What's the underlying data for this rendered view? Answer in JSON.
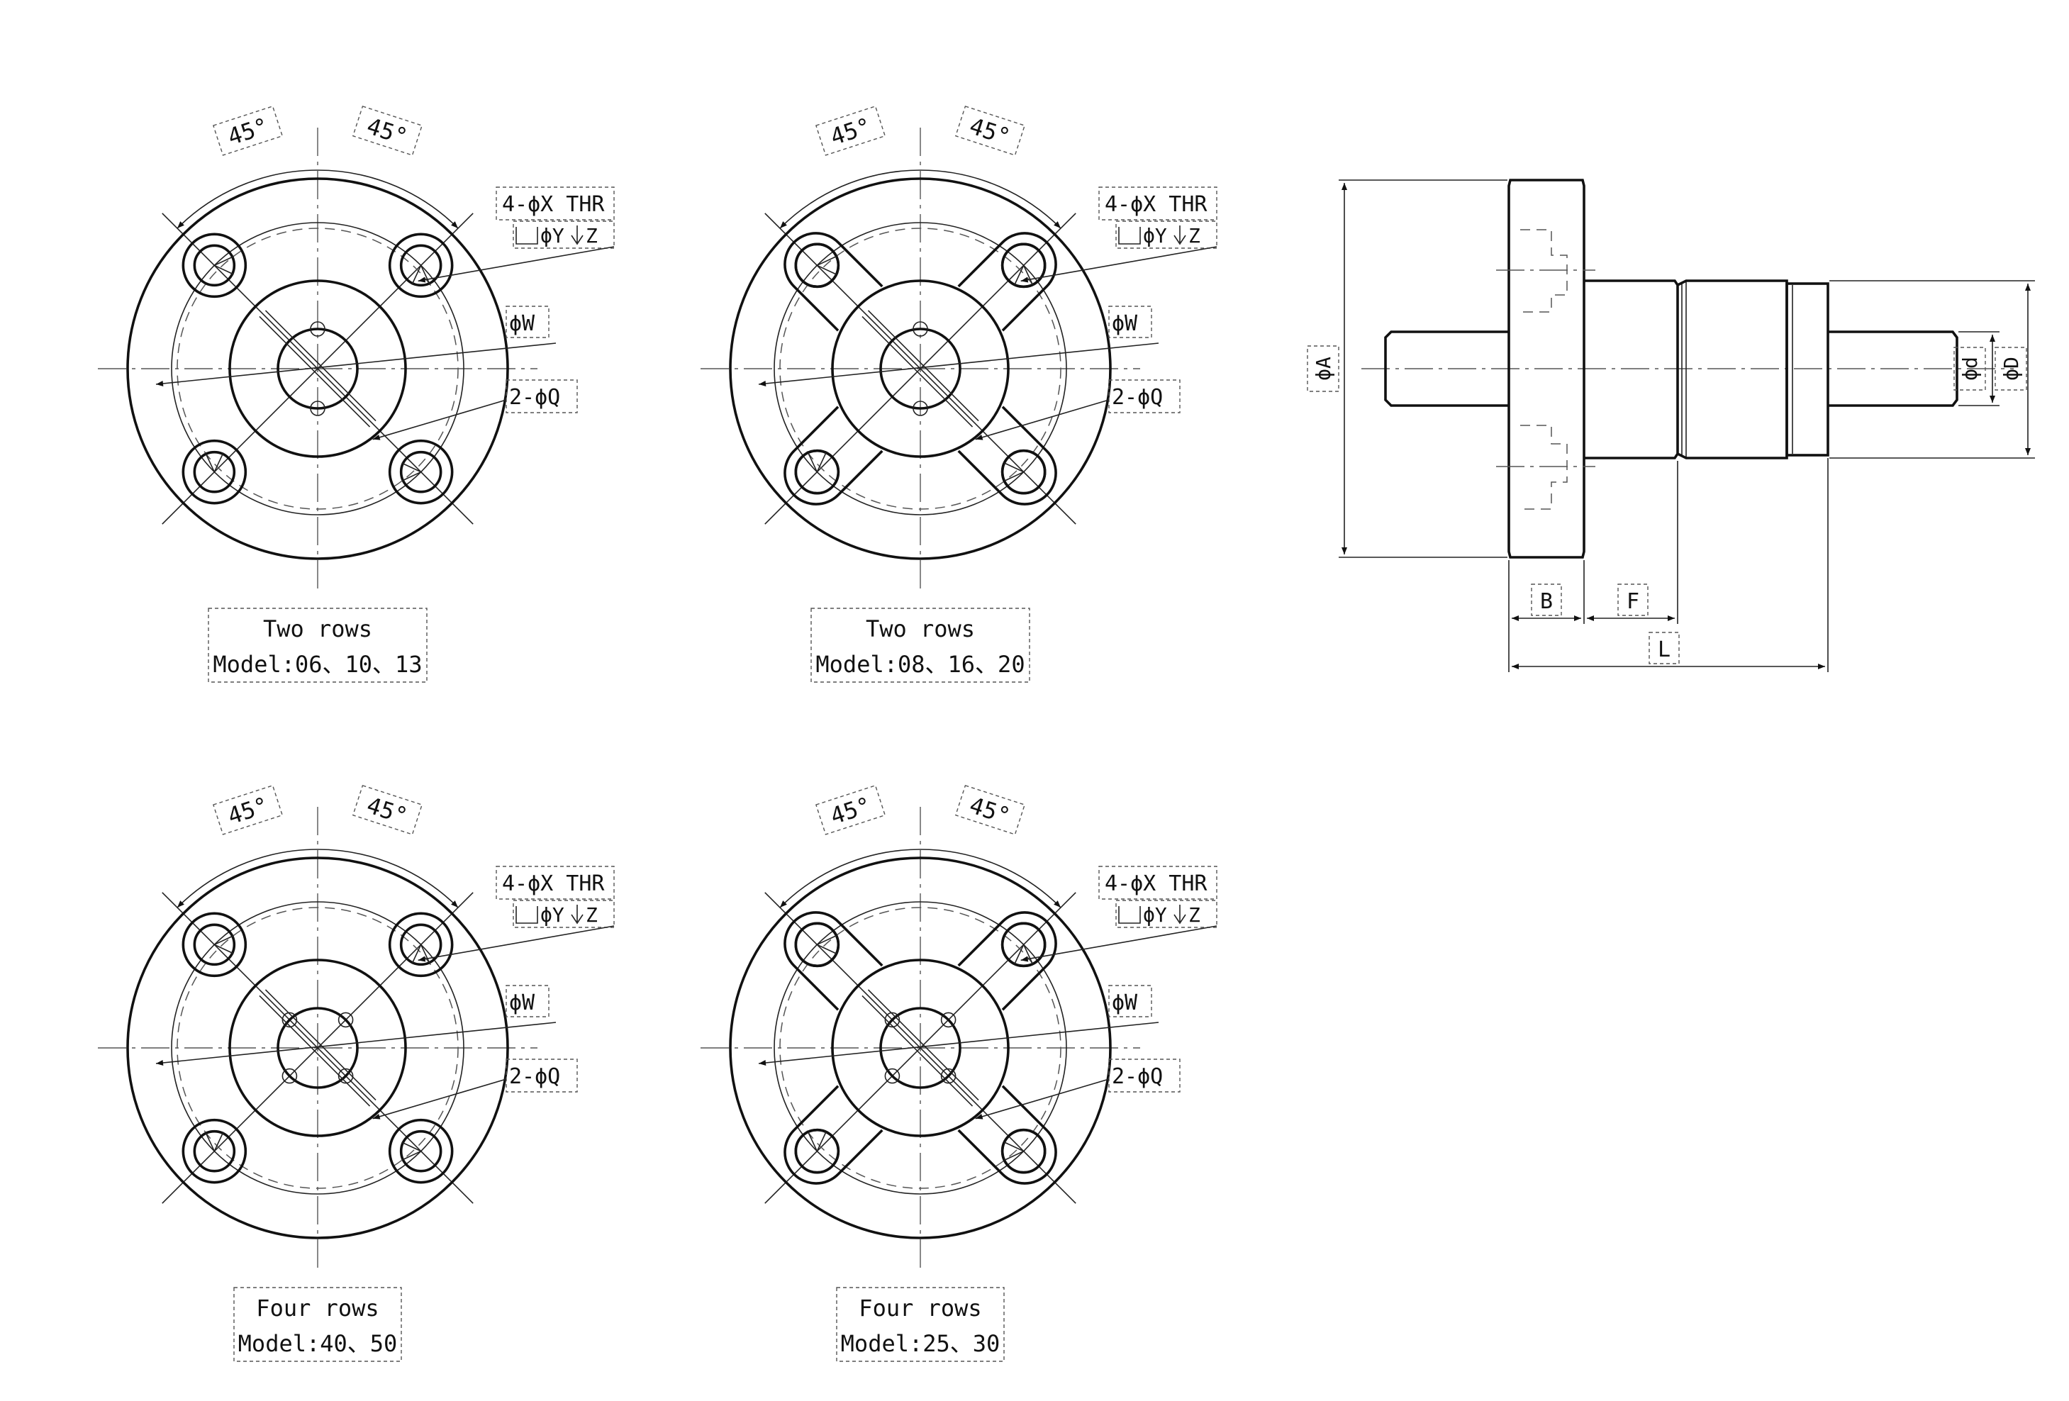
{
  "views": [
    {
      "caption_line1": "Two rows",
      "caption_line2": "Model:06、10、13",
      "style": "round-flange",
      "groove_orientation": "vertical"
    },
    {
      "caption_line1": "Two rows",
      "caption_line2": "Model:08、16、20",
      "style": "cross-flange",
      "groove_orientation": "vertical"
    },
    {
      "caption_line1": "Four rows",
      "caption_line2": "Model:40、50",
      "style": "round-flange",
      "groove_orientation": "four"
    },
    {
      "caption_line1": "Four rows",
      "caption_line2": "Model:25、30",
      "style": "cross-flange",
      "groove_orientation": "four"
    }
  ],
  "labels": {
    "angle": "45°",
    "thread": "4-ϕX THR",
    "counterbore_d": "ϕY",
    "counterbore_depth": "Z",
    "bolt_circle": "ϕW",
    "pin_holes": "2-ϕQ"
  },
  "side_view": {
    "flange_diameter": "ϕA",
    "shaft_diameter": "ϕd",
    "body_diameter": "ϕD",
    "flange_thickness": "B",
    "flange_offset": "F",
    "overall_length": "L"
  }
}
